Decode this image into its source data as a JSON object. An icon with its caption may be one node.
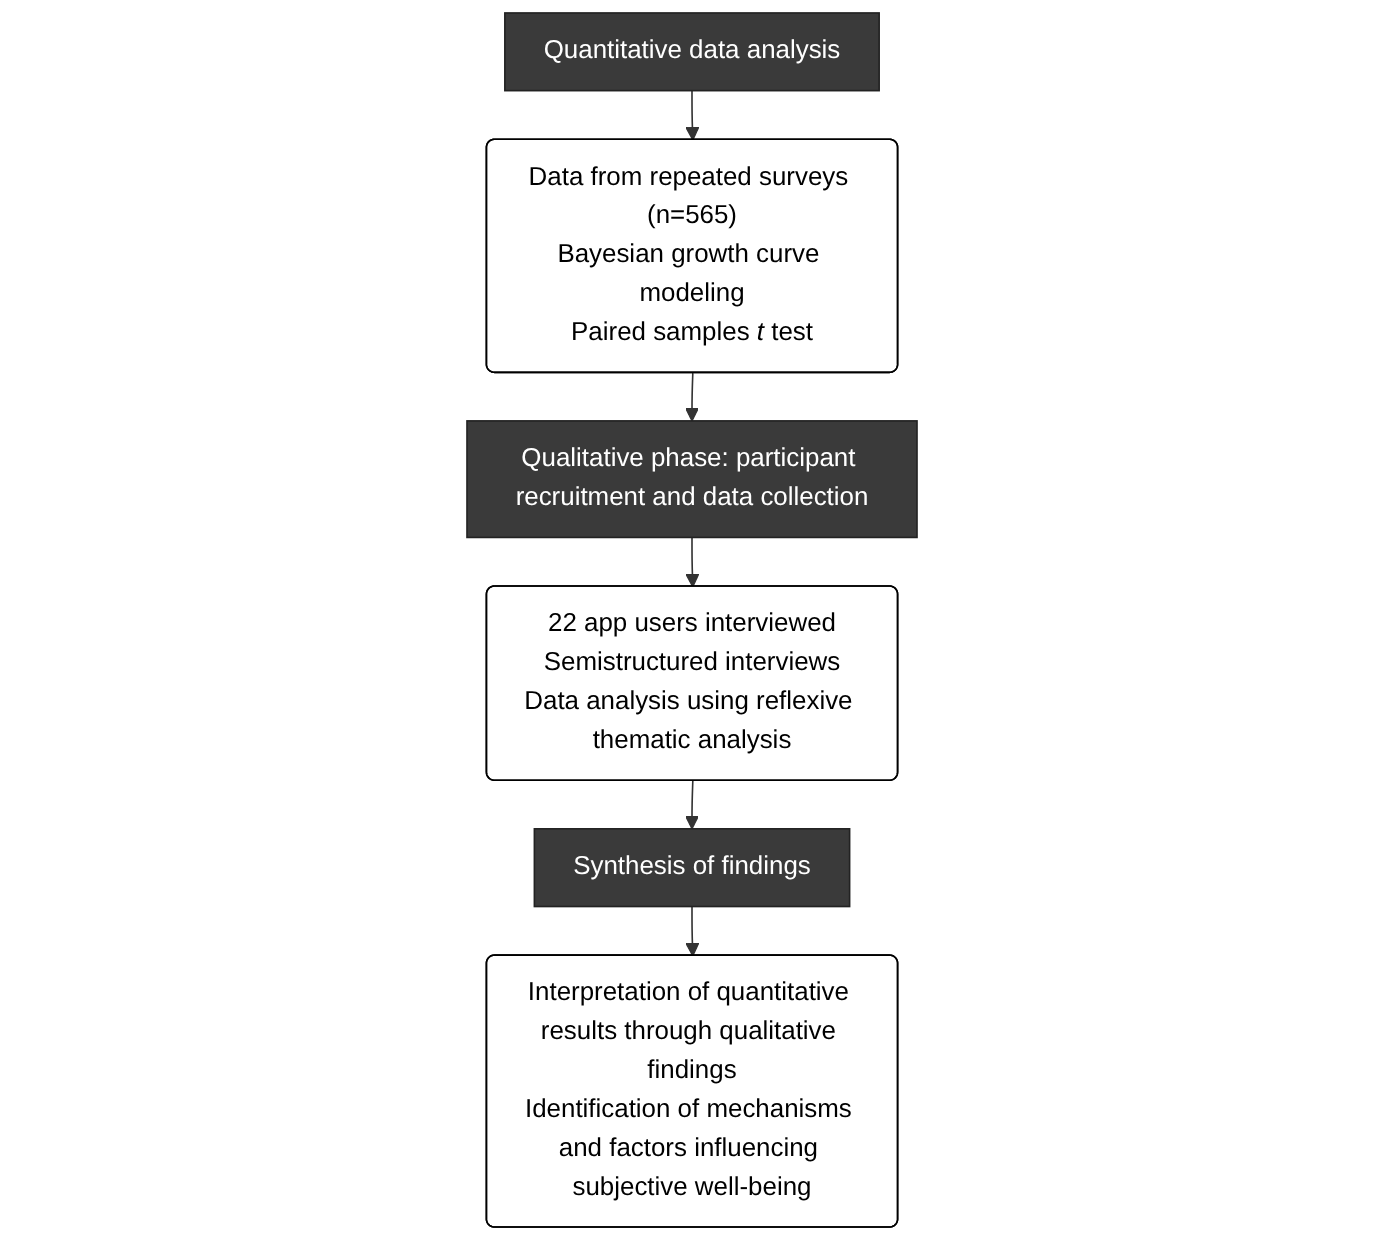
{
  "diagram": {
    "nodes": [
      {
        "text": [
          "Quantitative data analysis"
        ]
      },
      {
        "text": [
          "Data from repeated surveys (n=565)",
          "Bayesian growth curve modeling",
          "Paired samples *t* test"
        ]
      },
      {
        "text": [
          "Qualitative phase: participant recruitment and data collection"
        ]
      },
      {
        "text": [
          "22 app users interviewed",
          "Semistructured interviews",
          "Data analysis using reflexive thematic analysis"
        ]
      },
      {
        "text": [
          "Synthesis of findings"
        ]
      },
      {
        "text": [
          "Interpretation of quantitative results through qualitative findings",
          "Identification of mechanisms and factors influencing subjective well-being"
        ]
      }
    ],
    "edges": [
      {
        "from": 0,
        "to": 1,
        "arrow": "to"
      },
      {
        "from": 1,
        "to": 2,
        "arrow": "to"
      },
      {
        "from": 2,
        "to": 3,
        "arrow": "to"
      },
      {
        "from": 3,
        "to": 4,
        "arrow": "to"
      },
      {
        "from": 4,
        "to": 5,
        "arrow": "to"
      }
    ]
  }
}
